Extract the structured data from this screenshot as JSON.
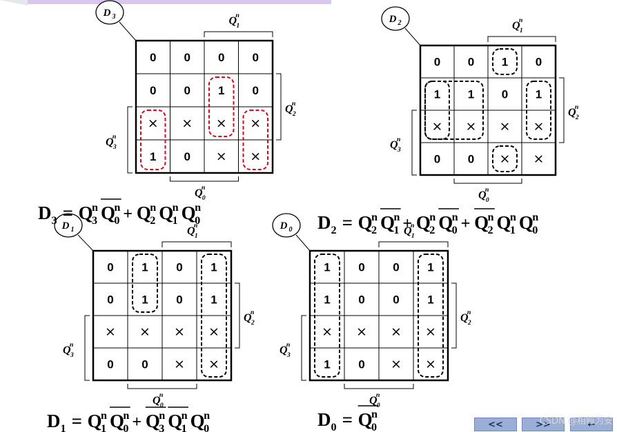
{
  "maps": [
    {
      "id": "D3",
      "label": "D",
      "label_sub": "3",
      "cells": [
        [
          "0",
          "0",
          "0",
          "0"
        ],
        [
          "0",
          "0",
          "1",
          "0"
        ],
        [
          "×",
          "×",
          "×",
          "×"
        ],
        [
          "1",
          "0",
          "×",
          "×"
        ]
      ],
      "q1": "Q",
      "q1_sup": "n",
      "q1_sub": "1",
      "q2": "Q",
      "q2_sup": "n",
      "q2_sub": "2",
      "q3": "Q",
      "q3_sup": "n",
      "q3_sub": "3",
      "q0": "Q",
      "q0_sup": "n",
      "q0_sub": "0",
      "loop_color": "#e0001b"
    },
    {
      "id": "D2",
      "label": "D",
      "label_sub": "2",
      "cells": [
        [
          "0",
          "0",
          "1",
          "0"
        ],
        [
          "1",
          "1",
          "0",
          "1"
        ],
        [
          "×",
          "×",
          "×",
          "×"
        ],
        [
          "0",
          "0",
          "×",
          "×"
        ]
      ],
      "q1": "Q",
      "q1_sup": "n",
      "q1_sub": "1",
      "q2": "Q",
      "q2_sup": "n",
      "q2_sub": "2",
      "q3": "Q",
      "q3_sup": "n",
      "q3_sub": "3",
      "q0": "Q",
      "q0_sup": "n",
      "q0_sub": "0",
      "loop_color": "#000000"
    },
    {
      "id": "D1",
      "label": "D",
      "label_sub": "1",
      "cells": [
        [
          "0",
          "1",
          "0",
          "1"
        ],
        [
          "0",
          "1",
          "0",
          "1"
        ],
        [
          "×",
          "×",
          "×",
          "×"
        ],
        [
          "0",
          "0",
          "×",
          "×"
        ]
      ],
      "q1": "Q",
      "q1_sup": "n",
      "q1_sub": "1",
      "q2": "Q",
      "q2_sup": "n",
      "q2_sub": "2",
      "q3": "Q",
      "q3_sup": "n",
      "q3_sub": "3",
      "q0": "Q",
      "q0_sup": "n",
      "q0_sub": "0",
      "loop_color": "#000000"
    },
    {
      "id": "D0",
      "label": "D",
      "label_sub": "0",
      "cells": [
        [
          "1",
          "0",
          "0",
          "1"
        ],
        [
          "1",
          "0",
          "0",
          "1"
        ],
        [
          "×",
          "×",
          "×",
          "×"
        ],
        [
          "1",
          "0",
          "×",
          "×"
        ]
      ],
      "q1": "Q",
      "q1_sup": "n",
      "q1_sub": "1",
      "q2": "Q",
      "q2_sup": "n",
      "q2_sub": "2",
      "q3": "Q",
      "q3_sup": "n",
      "q3_sub": "3",
      "q0": "Q",
      "q0_sup": "n",
      "q0_sub": "0",
      "loop_color": "#000000"
    }
  ],
  "equations": {
    "D3": {
      "lhs": "D",
      "lhs_sub": "3",
      "eq": "=",
      "terms": [
        [
          {
            "v": "Q",
            "s": "3",
            "n": "n",
            "bar": false
          },
          {
            "v": "Q",
            "s": "0",
            "n": "n",
            "bar": true
          }
        ],
        [
          {
            "v": "Q",
            "s": "2",
            "n": "n",
            "bar": false
          },
          {
            "v": "Q",
            "s": "1",
            "n": "n",
            "bar": false
          },
          {
            "v": "Q",
            "s": "0",
            "n": "n",
            "bar": false
          }
        ]
      ]
    },
    "D2": {
      "lhs": "D",
      "lhs_sub": "2",
      "eq": "=",
      "terms": [
        [
          {
            "v": "Q",
            "s": "2",
            "n": "n",
            "bar": false
          },
          {
            "v": "Q",
            "s": "1",
            "n": "n",
            "bar": true
          }
        ],
        [
          {
            "v": "Q",
            "s": "2",
            "n": "n",
            "bar": false
          },
          {
            "v": "Q",
            "s": "0",
            "n": "n",
            "bar": true
          }
        ],
        [
          {
            "v": "Q",
            "s": "2",
            "n": "n",
            "bar": true
          },
          {
            "v": "Q",
            "s": "1",
            "n": "n",
            "bar": false
          },
          {
            "v": "Q",
            "s": "0",
            "n": "n",
            "bar": false
          }
        ]
      ]
    },
    "D1": {
      "lhs": "D",
      "lhs_sub": "1",
      "eq": "=",
      "terms": [
        [
          {
            "v": "Q",
            "s": "1",
            "n": "n",
            "bar": false
          },
          {
            "v": "Q",
            "s": "0",
            "n": "n",
            "bar": true
          }
        ],
        [
          {
            "v": "Q",
            "s": "3",
            "n": "n",
            "bar": true
          },
          {
            "v": "Q",
            "s": "1",
            "n": "n",
            "bar": true
          },
          {
            "v": "Q",
            "s": "0",
            "n": "n",
            "bar": false
          }
        ]
      ]
    },
    "D0": {
      "lhs": "D",
      "lhs_sub": "0",
      "eq": "=",
      "terms": [
        [
          {
            "v": "Q",
            "s": "0",
            "n": "n",
            "bar": true
          }
        ]
      ]
    },
    "plus": "+"
  },
  "nav": {
    "prev": "<<",
    "next": ">>",
    "back": "←"
  },
  "watermark": "CSDN @相鲸为安"
}
